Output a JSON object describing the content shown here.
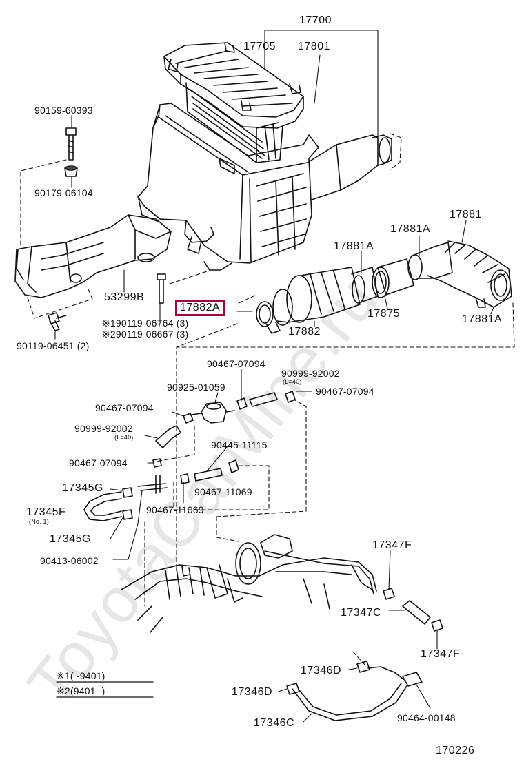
{
  "watermark": "ToyotaCarMine.ru",
  "diagram_id": "170226",
  "highlight_color": "#b0003a",
  "labels": {
    "p17700": "17700",
    "p17705": "17705",
    "p17801": "17801",
    "p90159": "90159-60393",
    "p90179": "90179-06104",
    "p17881_top": "17881",
    "p17881A_1": "17881A",
    "p17881A_2": "17881A",
    "p17881A_3": "17881A",
    "p53299B": "53299B",
    "p17882A": "17882A",
    "p17875": "17875",
    "p17882": "17882",
    "p90119_1": "※190119-06764 (3)",
    "p90119_2": "※290119-06667 (3)",
    "p90119_3": "90119-06451 (2)",
    "p90467_a": "90467-07094",
    "p90999_a": "90999-92002",
    "p90999_a_len": "(L=40)",
    "p90925": "90925-01059",
    "p90467_b": "90467-07094",
    "p90467_c": "90467-07094",
    "p90999_b": "90999-92002",
    "p90999_b_len": "(L=40)",
    "p90445": "90445-11115",
    "p90467_d": "90467-07094",
    "p17345G_1": "17345G",
    "p90467_e": "90467-11069",
    "p17345F": "17345F",
    "p17345F_note": "(No. 1)",
    "p90467_f": "90467-11069",
    "p17345G_2": "17345G",
    "p90413": "90413-06002",
    "p17347F_1": "17347F",
    "p17347C": "17347C",
    "p17347F_2": "17347F",
    "p17346D_1": "17346D",
    "p17346D_2": "17346D",
    "p90464": "90464-00148",
    "p17346C": "17346C"
  },
  "footnotes": {
    "n1": "※1(     -9401)",
    "n2": "※2(9401-     )"
  }
}
